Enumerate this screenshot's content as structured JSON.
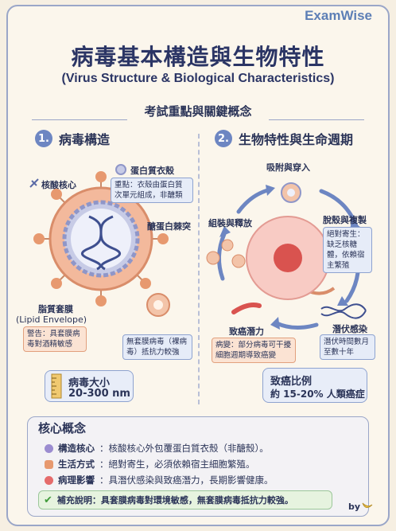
{
  "brand": "ExamWise",
  "title": "病毒基本構造與生物特性",
  "subtitle": "(Virus Structure & Biological Characteristics)",
  "section_heading": "考試重點與關鍵概念",
  "left": {
    "number": "1.",
    "heading": "病毒構造",
    "label_nucleic": "核酸核心",
    "label_capsid": "蛋白質衣殼",
    "capsid_note": "重點：衣殼由蛋白質次單元組成，非醣類",
    "label_spike": "醣蛋白棘突",
    "label_envelope": "脂質套膜",
    "label_envelope_en": "(Lipid Envelope)",
    "envelope_warning": "警告：具套膜病毒對酒精敏感",
    "naked_note": "無套膜病毒（裸病毒）抵抗力較強",
    "size_label": "病毒大小",
    "size_value": "20-300 nm"
  },
  "right": {
    "number": "2.",
    "heading": "生物特性與生命週期",
    "step_attach": "吸附與穿入",
    "step_uncoat": "脫殼與複製",
    "uncoat_note": "絕對寄生：缺乏核糖體，依賴宿主繁殖",
    "step_assemble": "組裝與釋放",
    "step_latent": "潛伏感染",
    "latent_note": "潛伏時間數月至數十年",
    "step_cancer": "致癌潛力",
    "cancer_note": "病變：部分病毒可干擾細胞週期導致癌變",
    "cancer_ratio_label": "致癌比例",
    "cancer_ratio_value": "約 15-20% 人類癌症"
  },
  "core": {
    "title": "核心概念",
    "items": [
      {
        "key": "構造核心",
        "text": "：核酸核心外包覆蛋白質衣殼（非醣殼）。"
      },
      {
        "key": "生活方式",
        "text": "：絕對寄生，必須依賴宿主細胞繁殖。"
      },
      {
        "key": "病理影響",
        "text": "：具潛伏感染與致癌潛力，長期影響健康。"
      }
    ],
    "supplement": "補充說明：具套膜病毒對環境敏感，無套膜病毒抵抗力較強。"
  },
  "signature": "by",
  "colors": {
    "accent": "#6d86c2",
    "virus": "#e7996f",
    "dna": "#3e4f8f",
    "cell": "#f0a9a2"
  }
}
